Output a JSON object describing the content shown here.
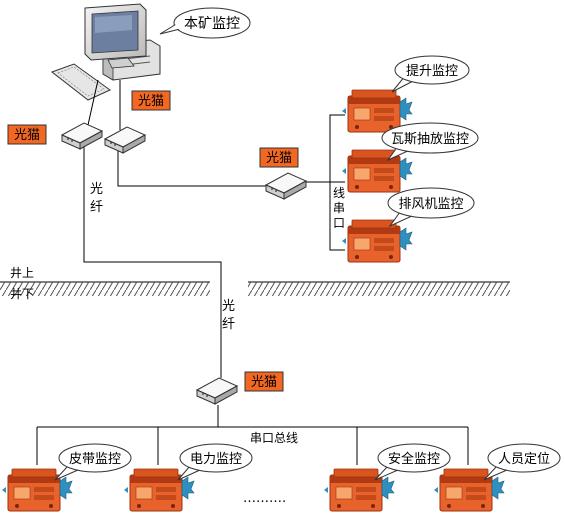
{
  "top_monitor": "本矿监控",
  "modem_label": "光猫",
  "fiber_label": [
    "光",
    "纤"
  ],
  "ground_above": "井上",
  "ground_below": "井下",
  "serial_label_vertical": [
    "串",
    "口",
    "线"
  ],
  "serial_bus_label": "串口总线",
  "surface_stations": [
    "提升监控",
    "瓦斯抽放监控",
    "排风机监控"
  ],
  "underground_stations": [
    "皮带监控",
    "电力监控",
    "安全监控",
    "人员定位"
  ],
  "ellipsis": "……….",
  "colors": {
    "modem_label_bg": "#f26722",
    "station_orange": "#e8632b",
    "station_dark": "#b23a12",
    "line": "#000000",
    "hatch": "#555555"
  }
}
